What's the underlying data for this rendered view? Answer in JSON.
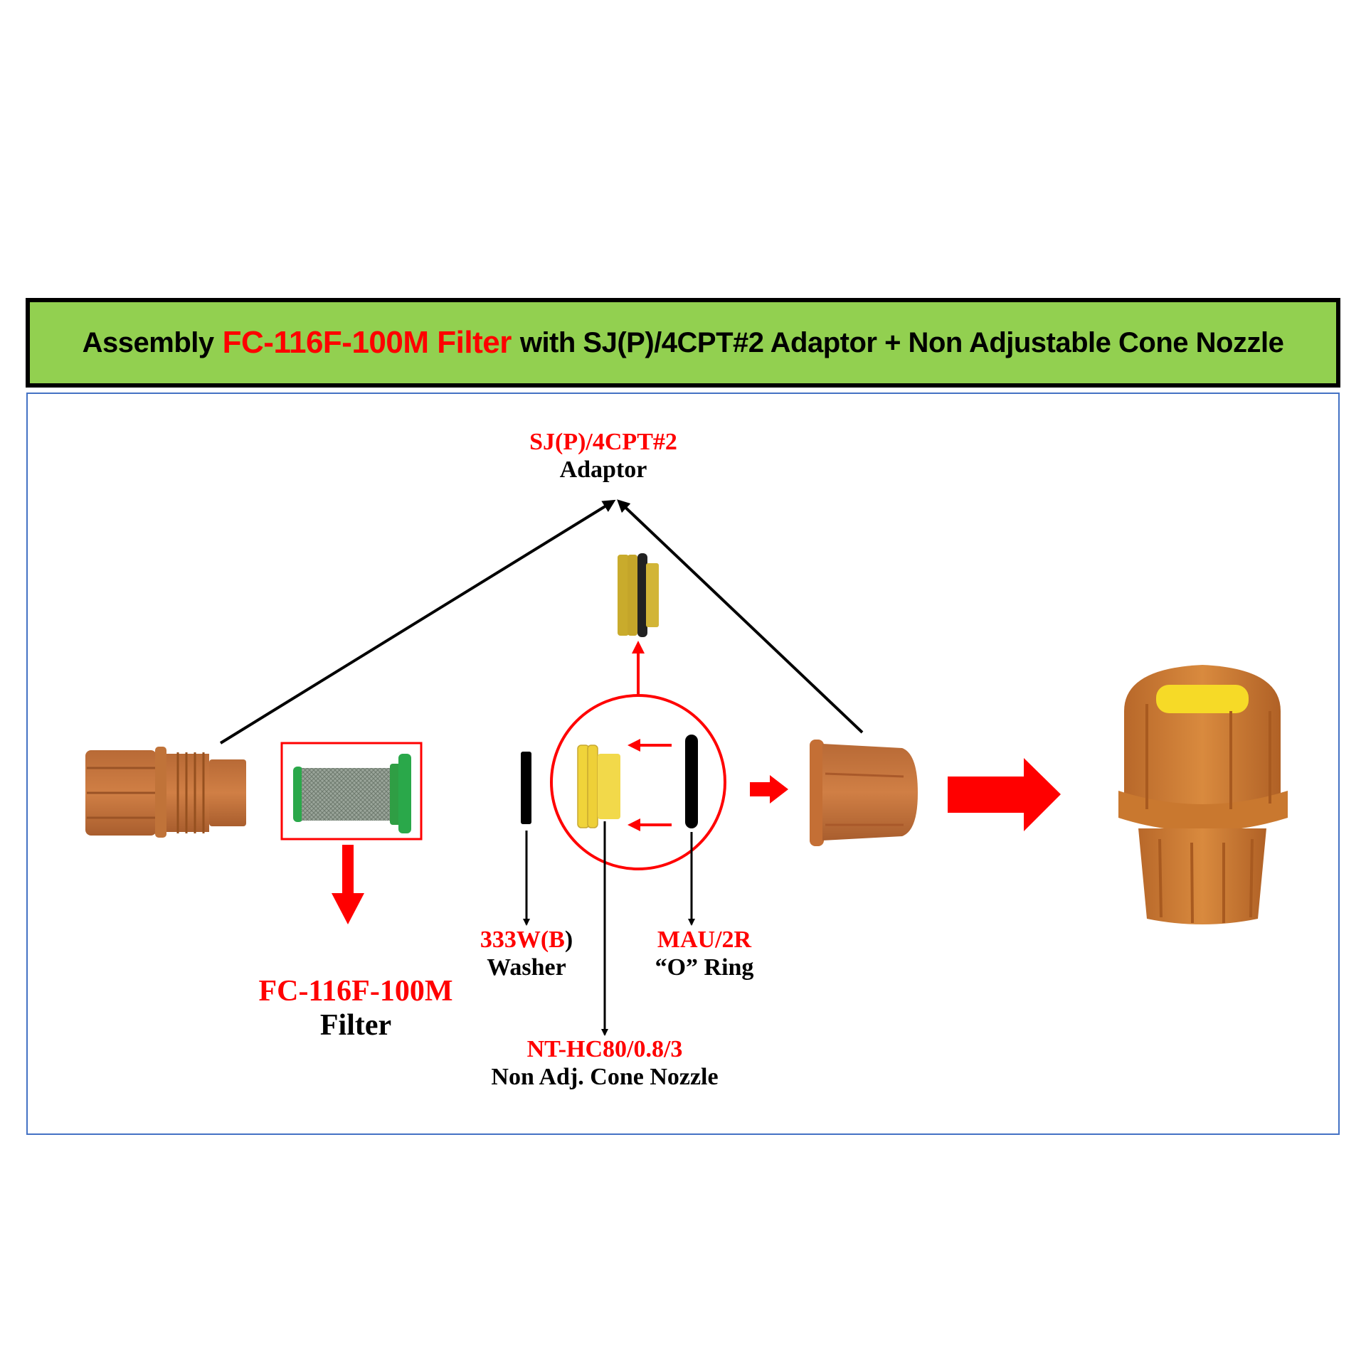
{
  "title": {
    "prefix": "Assembly",
    "highlight": "FC-116F-100M Filter",
    "suffix": "with SJ(P)/4CPT#2 Adaptor + Non Adjustable Cone Nozzle"
  },
  "colors": {
    "title_bg": "#92d050",
    "accent_red": "#ff0000",
    "frame_border": "#4472c4",
    "body_orange": "#c8743a",
    "nozzle_yellow": "#f2d33a",
    "filter_green": "#2aa84a"
  },
  "parts": {
    "adaptor": {
      "code": "SJ(P)/4CPT#2",
      "name": "Adaptor"
    },
    "filter": {
      "code": "FC-116F-100M",
      "name": "Filter"
    },
    "washer": {
      "code": "333W(B",
      "code_tail": ")",
      "name": "Washer"
    },
    "oring": {
      "code": "MAU/2R",
      "name": "“O” Ring"
    },
    "nozzle": {
      "code": "NT-HC80/0.8/3",
      "name": "Non Adj. Cone Nozzle"
    }
  }
}
